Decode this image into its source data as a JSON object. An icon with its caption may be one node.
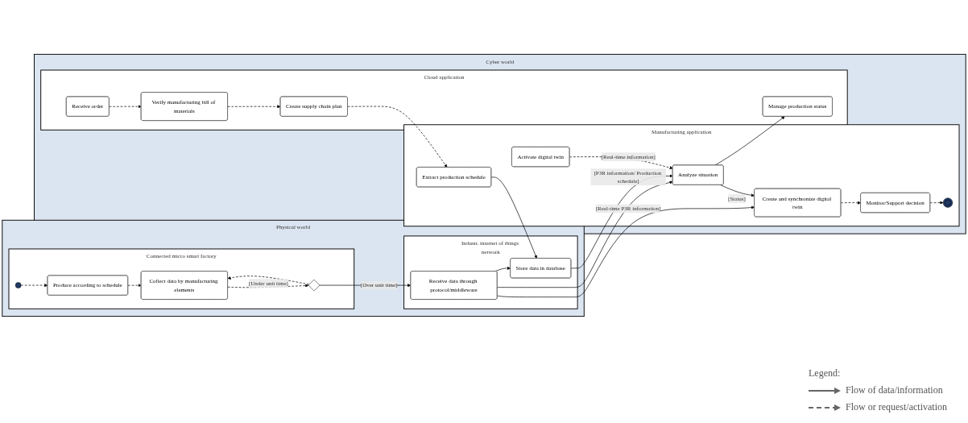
{
  "diagram": {
    "nodes": [
      {
        "text": [
          "Physical world"
        ]
      },
      {
        "text": [
          "Connected micro smart factory"
        ],
        "in": 0
      },
      {
        "text": [],
        "shape": "circle",
        "in": 1
      },
      {
        "text": [
          "Produce according to schedule"
        ],
        "in": 1
      },
      {
        "text": [
          "Collect data by manufacturing elements"
        ],
        "in": 1
      },
      {
        "text": [],
        "shape": "diamond",
        "in": 1
      },
      {
        "text": [
          "Industr. internet of things network"
        ],
        "in": 0
      },
      {
        "text": [
          "Receive data through protocol/middleware"
        ],
        "in": 6
      },
      {
        "text": [
          "Store data in database"
        ],
        "in": 6
      },
      {
        "text": [
          "Cyber world"
        ]
      },
      {
        "text": [
          "Manufacturing application"
        ],
        "in": 9
      },
      {
        "text": [
          "Extract production schedule"
        ],
        "in": 10
      },
      {
        "text": [
          "Activate digital twin"
        ],
        "in": 10
      },
      {
        "text": [
          "Analyze situation"
        ],
        "in": 10
      },
      {
        "text": [
          "Create and synchronize digital twin"
        ],
        "in": 10
      },
      {
        "text": [
          "Monitor/Support decision"
        ],
        "in": 10
      },
      {
        "text": [],
        "shape": "circle",
        "in": 10
      },
      {
        "text": [
          "Cloud application"
        ],
        "in": 9
      },
      {
        "text": [
          "Receive order"
        ],
        "in": 17
      },
      {
        "text": [
          "Verify manufacturing bill of materials"
        ],
        "in": 17
      },
      {
        "text": [
          "Create supply chain plan"
        ],
        "in": 17
      },
      {
        "text": [
          "Manage production status"
        ],
        "in": 17
      }
    ],
    "edges": [
      {
        "from": 2,
        "to": 3,
        "arrow": "to",
        "style": "dashed"
      },
      {
        "from": 3,
        "to": 4,
        "arrow": "to",
        "style": "dashed"
      },
      {
        "from": 4,
        "to": 5,
        "arrow": "to",
        "style": "dashed"
      },
      {
        "from": 5,
        "to": 4,
        "arrow": "to",
        "style": "dashed",
        "label": "[Under unit time]"
      },
      {
        "from": 5,
        "to": 7,
        "arrow": "to",
        "label": "[Over unit time]"
      },
      {
        "from": 7,
        "to": 8,
        "arrow": "to"
      },
      {
        "from": 11,
        "to": 8,
        "arrow": "to"
      },
      {
        "from": 7,
        "to": 13,
        "arrow": "to"
      },
      {
        "from": 8,
        "to": 13,
        "arrow": "to",
        "label": "[P3R information/ Production schedule]"
      },
      {
        "from": 7,
        "to": 14,
        "arrow": "to",
        "label": "[Real-time P3R information]"
      },
      {
        "from": 12,
        "to": 13,
        "arrow": "to",
        "style": "dashed",
        "label": "[Real-time information]"
      },
      {
        "from": 13,
        "to": 14,
        "arrow": "to",
        "label": "[Status]"
      },
      {
        "from": 13,
        "to": 21,
        "arrow": "to"
      },
      {
        "from": 14,
        "to": 15,
        "arrow": "to",
        "style": "dashed"
      },
      {
        "from": 15,
        "to": 16,
        "arrow": "to",
        "style": "dashed"
      },
      {
        "from": 18,
        "to": 19,
        "arrow": "to",
        "style": "dashed"
      },
      {
        "from": 19,
        "to": 20,
        "arrow": "to",
        "style": "dashed"
      },
      {
        "from": 20,
        "to": 11,
        "arrow": "to",
        "style": "dashed"
      }
    ],
    "labels": [
      "Legend:"
    ],
    "legend": [
      {
        "text": "Flow of data/information"
      },
      {
        "text": "Flow or request/activation"
      }
    ]
  }
}
